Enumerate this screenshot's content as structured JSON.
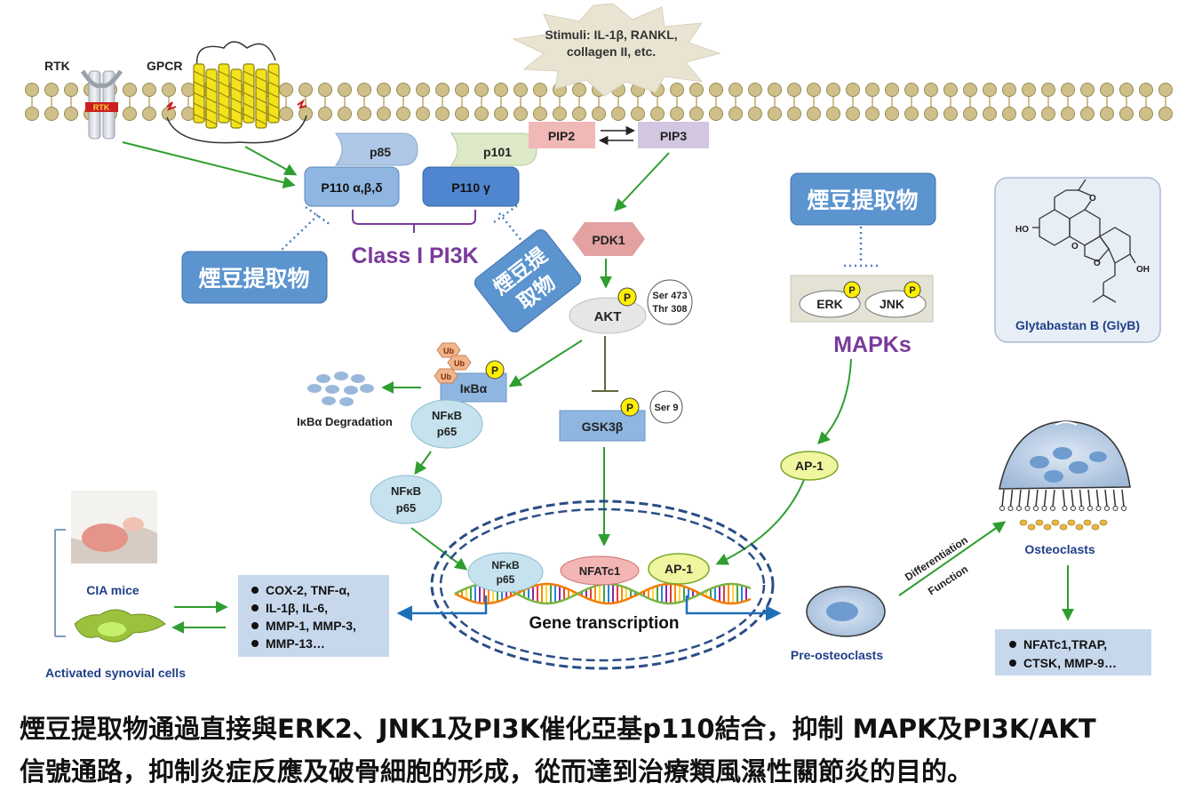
{
  "membrane": {
    "rtk_label": "RTK",
    "rtk_band": "RTK",
    "gpcr_label": "GPCR",
    "stimuli_line1": "Stimuli: IL-1β, RANKL,",
    "stimuli_line2": "collagen II, etc."
  },
  "pi3k": {
    "p85": "p85",
    "p101": "p101",
    "p110abd": "P110 α,β,δ",
    "p110g": "P110 γ",
    "class_label": "Class I PI3K",
    "pip2": "PIP2",
    "pip3": "PIP3",
    "pdk1": "PDK1",
    "akt": "AKT",
    "akt_sites_1": "Ser 473",
    "akt_sites_2": "Thr 308",
    "gsk": "GSK3β",
    "gsk_site": "Ser 9",
    "phospho": "P"
  },
  "extract": {
    "box1": "煙豆提取物",
    "box2_line1": "煙豆提",
    "box2_line2": "取物",
    "box3": "煙豆提取物"
  },
  "mapk": {
    "erk": "ERK",
    "jnk": "JNK",
    "label": "MAPKs",
    "ap1": "AP-1"
  },
  "compound": {
    "name": "Glytabastan B (GlyB)",
    "ho": "HO",
    "oh": "OH",
    "o_ring": "O",
    "o_carbonyl": "O",
    "o_furan": "O"
  },
  "nfkb": {
    "ub": "Ub",
    "ikba": "IκBα",
    "ikba_degradation": "IκBα Degradation",
    "nfkb_line1": "NFκB",
    "nfkb_line2": "p65"
  },
  "nucleus": {
    "nfkb_line1": "NFκB",
    "nfkb_line2": "p65",
    "nfatc1": "NFATc1",
    "ap1": "AP-1",
    "label": "Gene transcription"
  },
  "inflammation": {
    "cia_label": "CIA mice",
    "synovial_label": "Activated synovial cells",
    "mediators": [
      "COX-2, TNF-α,",
      "IL-1β, IL-6,",
      "MMP-1, MMP-3,",
      "MMP-13…"
    ]
  },
  "osteoclast": {
    "pre_label": "Pre-osteoclasts",
    "differentiation": "Differentiation",
    "function": "Function",
    "osteoclast_label": "Osteoclasts",
    "markers": [
      "NFATc1,TRAP,",
      "CTSK, MMP-9…"
    ]
  },
  "caption": {
    "line1": "煙豆提取物通過直接與ERK2、JNK1及PI3K催化亞基p110結合，抑制 MAPK及PI3K/AKT",
    "line2": "信號通路，抑制炎症反應及破骨細胞的形成，從而達到治療類風濕性關節炎的目的。"
  },
  "colors": {
    "arrow_green": "#2e9e2e",
    "inhibit_blue": "#4a7fb8",
    "extract_box": "#5b94cf",
    "class_purple": "#7a3a9a",
    "nucleus_blue": "#2a4d86",
    "akt_gray": "#e6e6e6"
  }
}
